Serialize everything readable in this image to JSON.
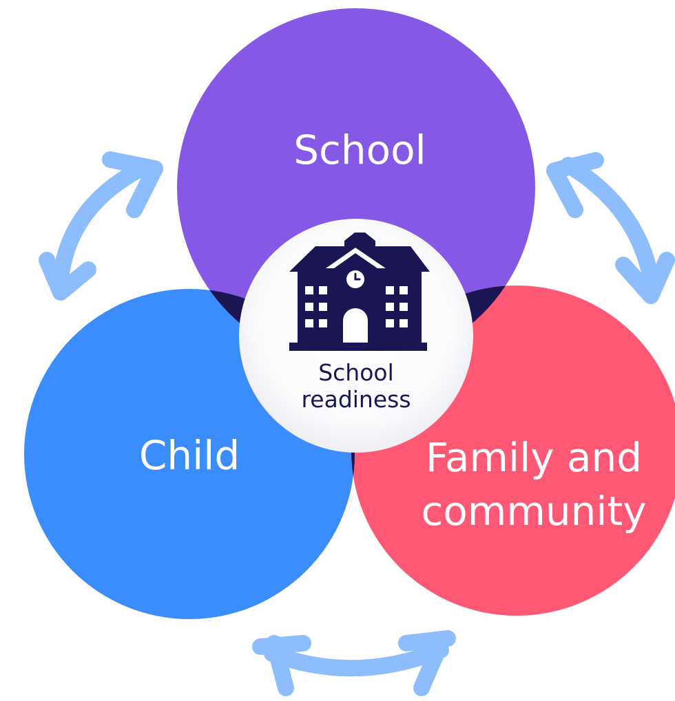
{
  "circles": {
    "school": {
      "label": "School",
      "color": "#8558e5"
    },
    "child": {
      "label": "Child",
      "color": "#3b8dfd"
    },
    "family": {
      "line1": "Family and",
      "line2": "community",
      "color": "#ff5875"
    }
  },
  "center": {
    "line1": "School",
    "line2": "readiness",
    "icon": "school-building-icon"
  },
  "colors": {
    "overlap": "#1a1553",
    "arrow": "#8dbdfc",
    "center_bg": "#ffffff",
    "text_dark": "#1a1553"
  }
}
